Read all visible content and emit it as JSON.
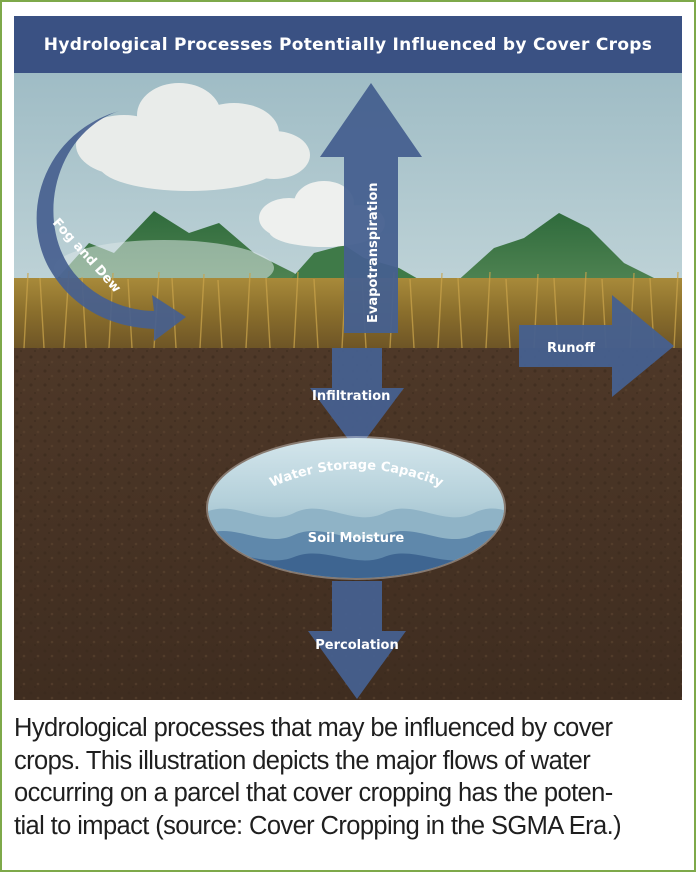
{
  "title": "Hydrological Processes Potentially Influenced by Cover Crops",
  "labels": {
    "fog": "Fog and Dew",
    "evapotranspiration": "Evapotranspiration",
    "runoff": "Runoff",
    "infiltration": "Infiltration",
    "water_storage": "Water Storage Capacity",
    "soil_moisture": "Soil Moisture",
    "percolation": "Percolation"
  },
  "caption": {
    "lines": [
      "Hydrological processes that may be influenced by cover",
      "crops. This illustration depicts the major flows of water",
      "occurring on a parcel that cover cropping has the poten-",
      "tial to impact (source: Cover Cropping in the SGMA Era.)"
    ]
  },
  "colors": {
    "title_bg": "#3a5183",
    "arrow": "#46608f",
    "sky": "#b7cdd4",
    "soil": "#4a3526",
    "border": "#7ea94a"
  }
}
